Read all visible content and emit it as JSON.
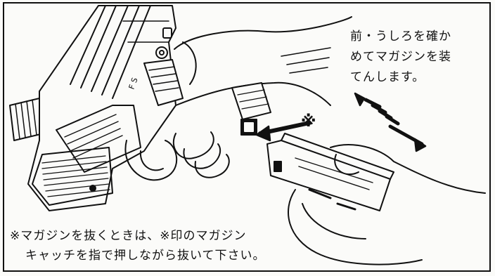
{
  "instructions_top": [
    "前・うしろを確か",
    "めてマガジンを装",
    "てんします。"
  ],
  "instructions_bottom": [
    "※マガジンを抜くときは、※印のマガジン",
    "キャッチを指で押しながら抜いて下さい。"
  ],
  "gun_selector_label": "F  S",
  "catch_marker": "※"
}
